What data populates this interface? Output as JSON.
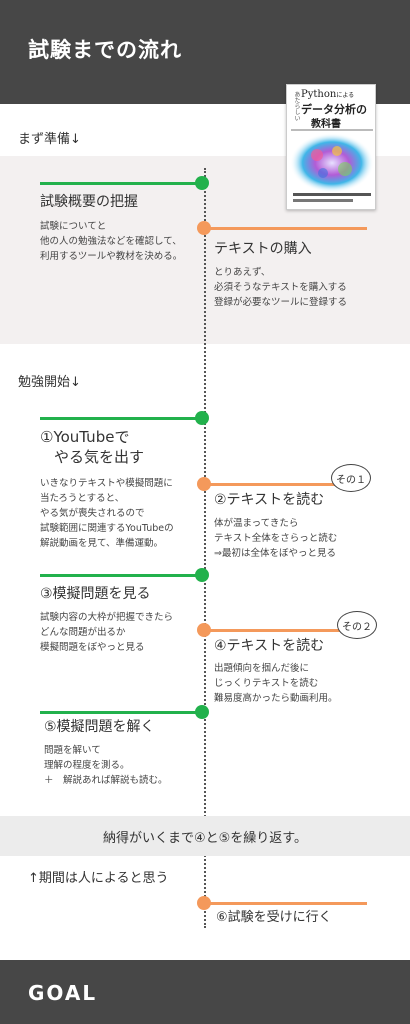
{
  "header": {
    "title": "試験までの流れ"
  },
  "book": {
    "pre_label": "あたらしい",
    "title_line1": "Python",
    "title_line1_small": "による",
    "title_line2": "データ分析の",
    "title_line3": "教科書"
  },
  "prep": {
    "label": "まず準備↓",
    "step1": {
      "title": "試験概要の把握",
      "body": [
        "試験についてと",
        "他の人の勉強法などを確認して、",
        "利用するツールや教材を決める。"
      ]
    },
    "step2": {
      "title": "テキストの購入",
      "body": [
        "とりあえず、",
        "必須そうなテキストを購入する",
        "登録が必要なツールに登録する"
      ]
    }
  },
  "study": {
    "label": "勉強開始↓",
    "step1": {
      "title_line1": "①YouTubeで",
      "title_line2": "やる気を出す",
      "body": [
        "いきなりテキストや模擬問題に",
        "当たろうとすると、",
        "やる気が喪失されるので",
        "試験範囲に関連するYouTubeの",
        "解説動画を見て、準備運動。"
      ]
    },
    "step2": {
      "title": "②テキストを読む",
      "badge": "その１",
      "body": [
        "体が温まってきたら",
        "テキスト全体をさらっと読む",
        "⇒最初は全体をぼやっと見る"
      ]
    },
    "step3": {
      "title": "③模擬問題を見る",
      "body": [
        "試験内容の大枠が把握できたら",
        "どんな問題が出るか",
        "模擬問題をぼやっと見る"
      ]
    },
    "step4": {
      "title": "④テキストを読む",
      "badge": "その２",
      "body": [
        "出題傾向を掴んだ後に",
        "じっくりテキストを読む",
        "難易度高かったら動画利用。"
      ]
    },
    "step5": {
      "title": "⑤模擬問題を解く",
      "body": [
        "問題を解いて",
        "理解の程度を測る。",
        "＋　解説あれば解説も読む。"
      ]
    }
  },
  "repeat": {
    "text": "納得がいくまで④と⑤を繰り返す。"
  },
  "period_note": "↑期間は人によると思う",
  "final_step": {
    "title": "⑥試験を受けに行く"
  },
  "footer": {
    "goal": "GOAL"
  },
  "colors": {
    "header_bg": "#474747",
    "green": "#22b14c",
    "orange": "#f4995b",
    "band": "#f3f0f0"
  }
}
